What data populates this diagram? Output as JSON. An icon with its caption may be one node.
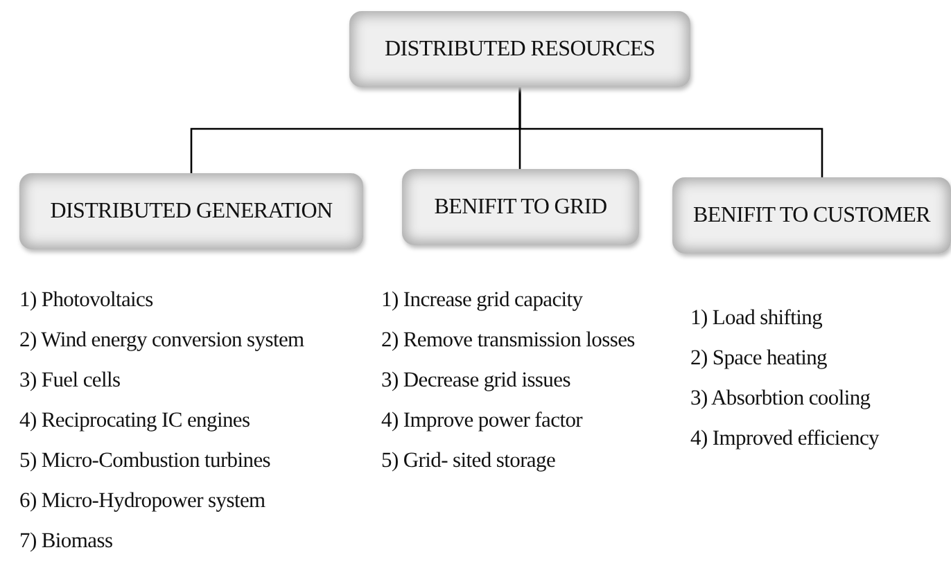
{
  "diagram": {
    "nodes": [
      {
        "text": [
          "DISTRIBUTED RESOURCES"
        ]
      },
      {
        "text": [
          "DISTRIBUTED GENERATION"
        ],
        "beside": [
          "1) Photovoltaics",
          "2) Wind energy conversion system",
          "3) Fuel cells",
          "4) Reciprocating IC engines",
          "5) Micro-Combustion turbines",
          "6) Micro-Hydropower system",
          "7) Biomass"
        ]
      },
      {
        "text": [
          "BENIFIT TO GRID"
        ],
        "beside": [
          "1) Increase grid capacity",
          "2) Remove transmission losses",
          "3) Decrease grid issues",
          "4) Improve power factor",
          "5) Grid- sited storage"
        ]
      },
      {
        "text": [
          "BENIFIT TO CUSTOMER"
        ],
        "beside": [
          "1) Load shifting",
          "2) Space heating",
          "3) Absorbtion cooling",
          "4) Improved efficiency"
        ]
      }
    ],
    "edges": [
      {
        "from": 0,
        "to": 1,
        "arrow": "none"
      },
      {
        "from": 0,
        "to": 2,
        "arrow": "none"
      },
      {
        "from": 0,
        "to": 3,
        "arrow": "none"
      }
    ]
  }
}
